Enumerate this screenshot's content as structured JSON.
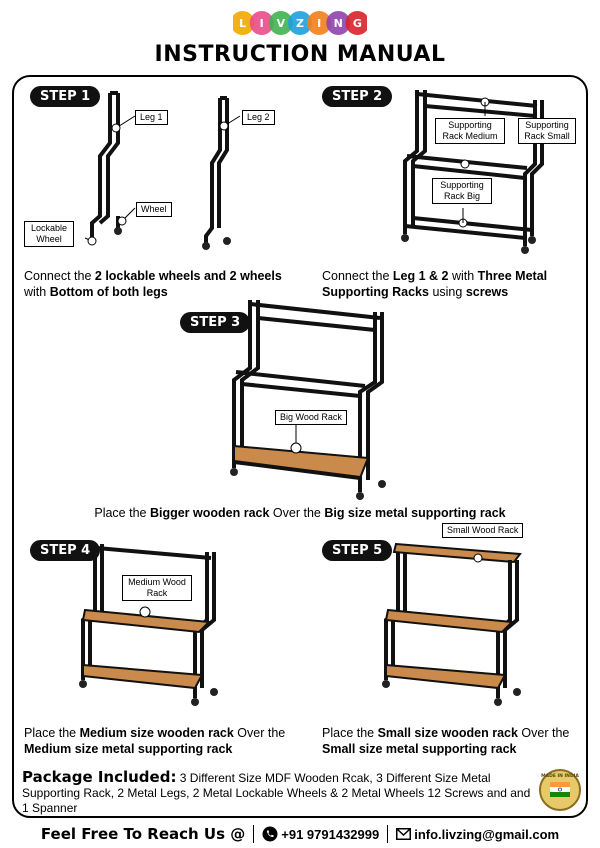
{
  "brand": {
    "letters": [
      "L",
      "I",
      "V",
      "Z",
      "I",
      "N",
      "G"
    ],
    "colors": [
      "#f2a900",
      "#e84d8a",
      "#3fb34f",
      "#1ea0dc",
      "#f27f1b",
      "#8e44ad",
      "#d8232a"
    ]
  },
  "title": "INSTRUCTION MANUAL",
  "steps": [
    {
      "badge": "STEP 1",
      "caption_parts": [
        "Connect the ",
        "2 lockable wheels and 2 wheels",
        " with ",
        "Bottom of both legs",
        ""
      ],
      "callouts": {
        "leg1": "Leg 1",
        "leg2": "Leg 2",
        "wheel": "Wheel",
        "lockable_wheel": "Lockable Wheel"
      }
    },
    {
      "badge": "STEP 2",
      "caption_parts": [
        "Connect the ",
        "Leg 1 & 2",
        " with ",
        "Three Metal Supporting Racks",
        " using ",
        "screws",
        ""
      ],
      "callouts": {
        "medium": "Supporting Rack Medium",
        "small": "Supporting Rack Small",
        "big": "Supporting Rack Big"
      }
    },
    {
      "badge": "STEP 3",
      "caption_parts": [
        "Place the ",
        "Bigger wooden rack",
        " Over the ",
        "Big size metal supporting rack",
        ""
      ],
      "callouts": {
        "big_wood": "Big Wood Rack"
      }
    },
    {
      "badge": "STEP 4",
      "caption_parts": [
        "Place the ",
        "Medium size wooden rack",
        " Over the ",
        "Medium size metal supporting rack",
        ""
      ],
      "callouts": {
        "medium_wood": "Medium Wood Rack"
      }
    },
    {
      "badge": "STEP 5",
      "caption_parts": [
        "Place the ",
        "Small size wooden rack",
        " Over the ",
        "Small size metal supporting rack",
        ""
      ],
      "callouts": {
        "small_wood": "Small Wood Rack"
      }
    }
  ],
  "package": {
    "label": "Package Included:",
    "text": " 3 Different Size MDF Wooden Rcak, 3 Different Size Metal Supporting Rack, 2 Metal Legs, 2 Metal Lockable Wheels & 2 Metal Wheels 12 Screws and and 1 Spanner"
  },
  "seal_text": "MADE IN INDIA",
  "footer": {
    "reach": "Feel Free To Reach Us @",
    "phone": "+91 9791432999",
    "email": "info.livzing@gmail.com"
  },
  "icons": [
    "phone-icon",
    "mail-icon",
    "india-flag-icon"
  ]
}
